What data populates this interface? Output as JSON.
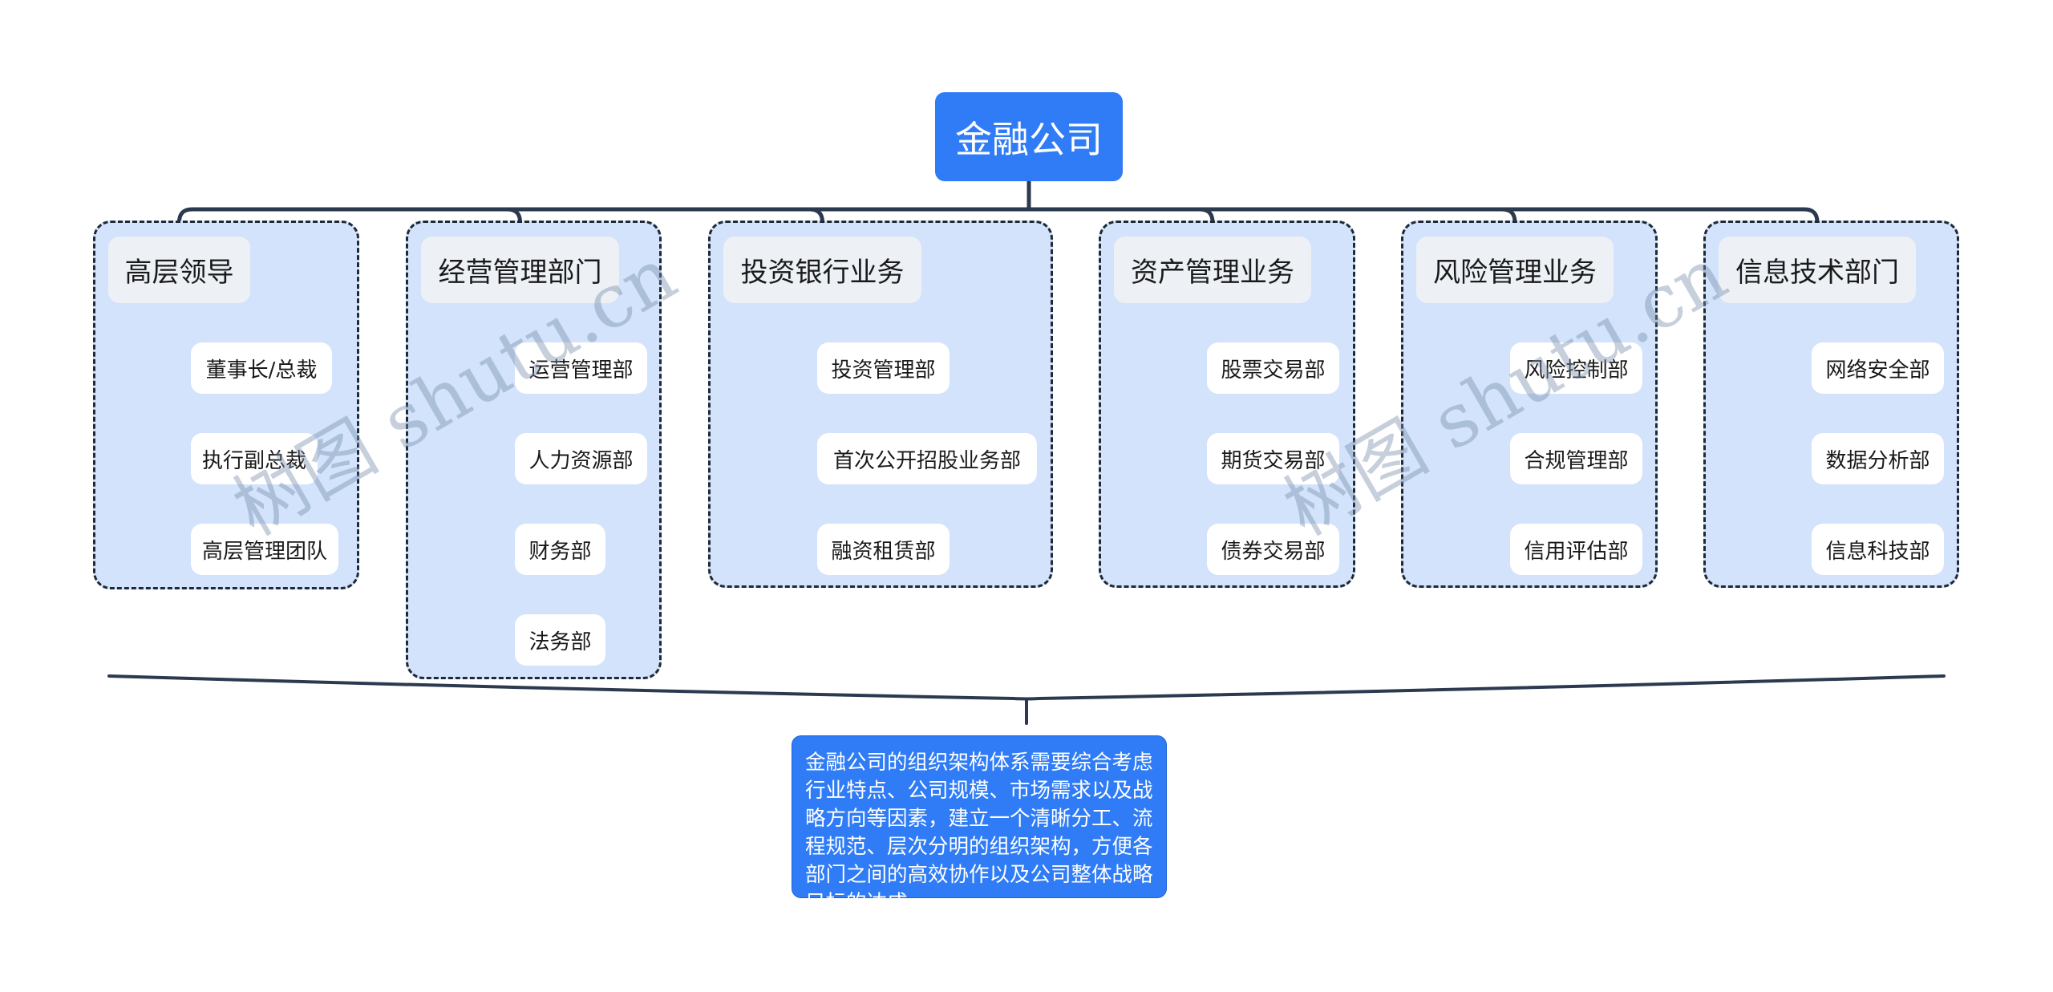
{
  "root": {
    "label": "金融公司"
  },
  "groups": [
    {
      "title": "高层领导",
      "children": [
        "董事长/总裁",
        "执行副总裁",
        "高层管理团队"
      ]
    },
    {
      "title": "经营管理部门",
      "children": [
        "运营管理部",
        "人力资源部",
        "财务部",
        "法务部"
      ]
    },
    {
      "title": "投资银行业务",
      "children": [
        "投资管理部",
        "首次公开招股业务部",
        "融资租赁部"
      ]
    },
    {
      "title": "资产管理业务",
      "children": [
        "股票交易部",
        "期货交易部",
        "债券交易部"
      ]
    },
    {
      "title": "风险管理业务",
      "children": [
        "风险控制部",
        "合规管理部",
        "信用评估部"
      ]
    },
    {
      "title": "信息技术部门",
      "children": [
        "网络安全部",
        "数据分析部",
        "信息科技部"
      ]
    }
  ],
  "summary": {
    "text": "金融公司的组织架构体系需要综合考虑行业特点、公司规模、市场需求以及战略方向等因素，建立一个清晰分工、流程规范、层次分明的组织架构，方便各部门之间的高效协作以及公司整体战略目标的达成"
  },
  "watermark": {
    "text": "树图 shutu.cn"
  },
  "colors": {
    "root_bg": "#2f7cf6",
    "group_bg": "#d3e3fb",
    "header_bg": "#edf1f6",
    "child_bg": "#ffffff",
    "line": "#2b3a4f",
    "summary_bg": "#2f7cf6"
  }
}
